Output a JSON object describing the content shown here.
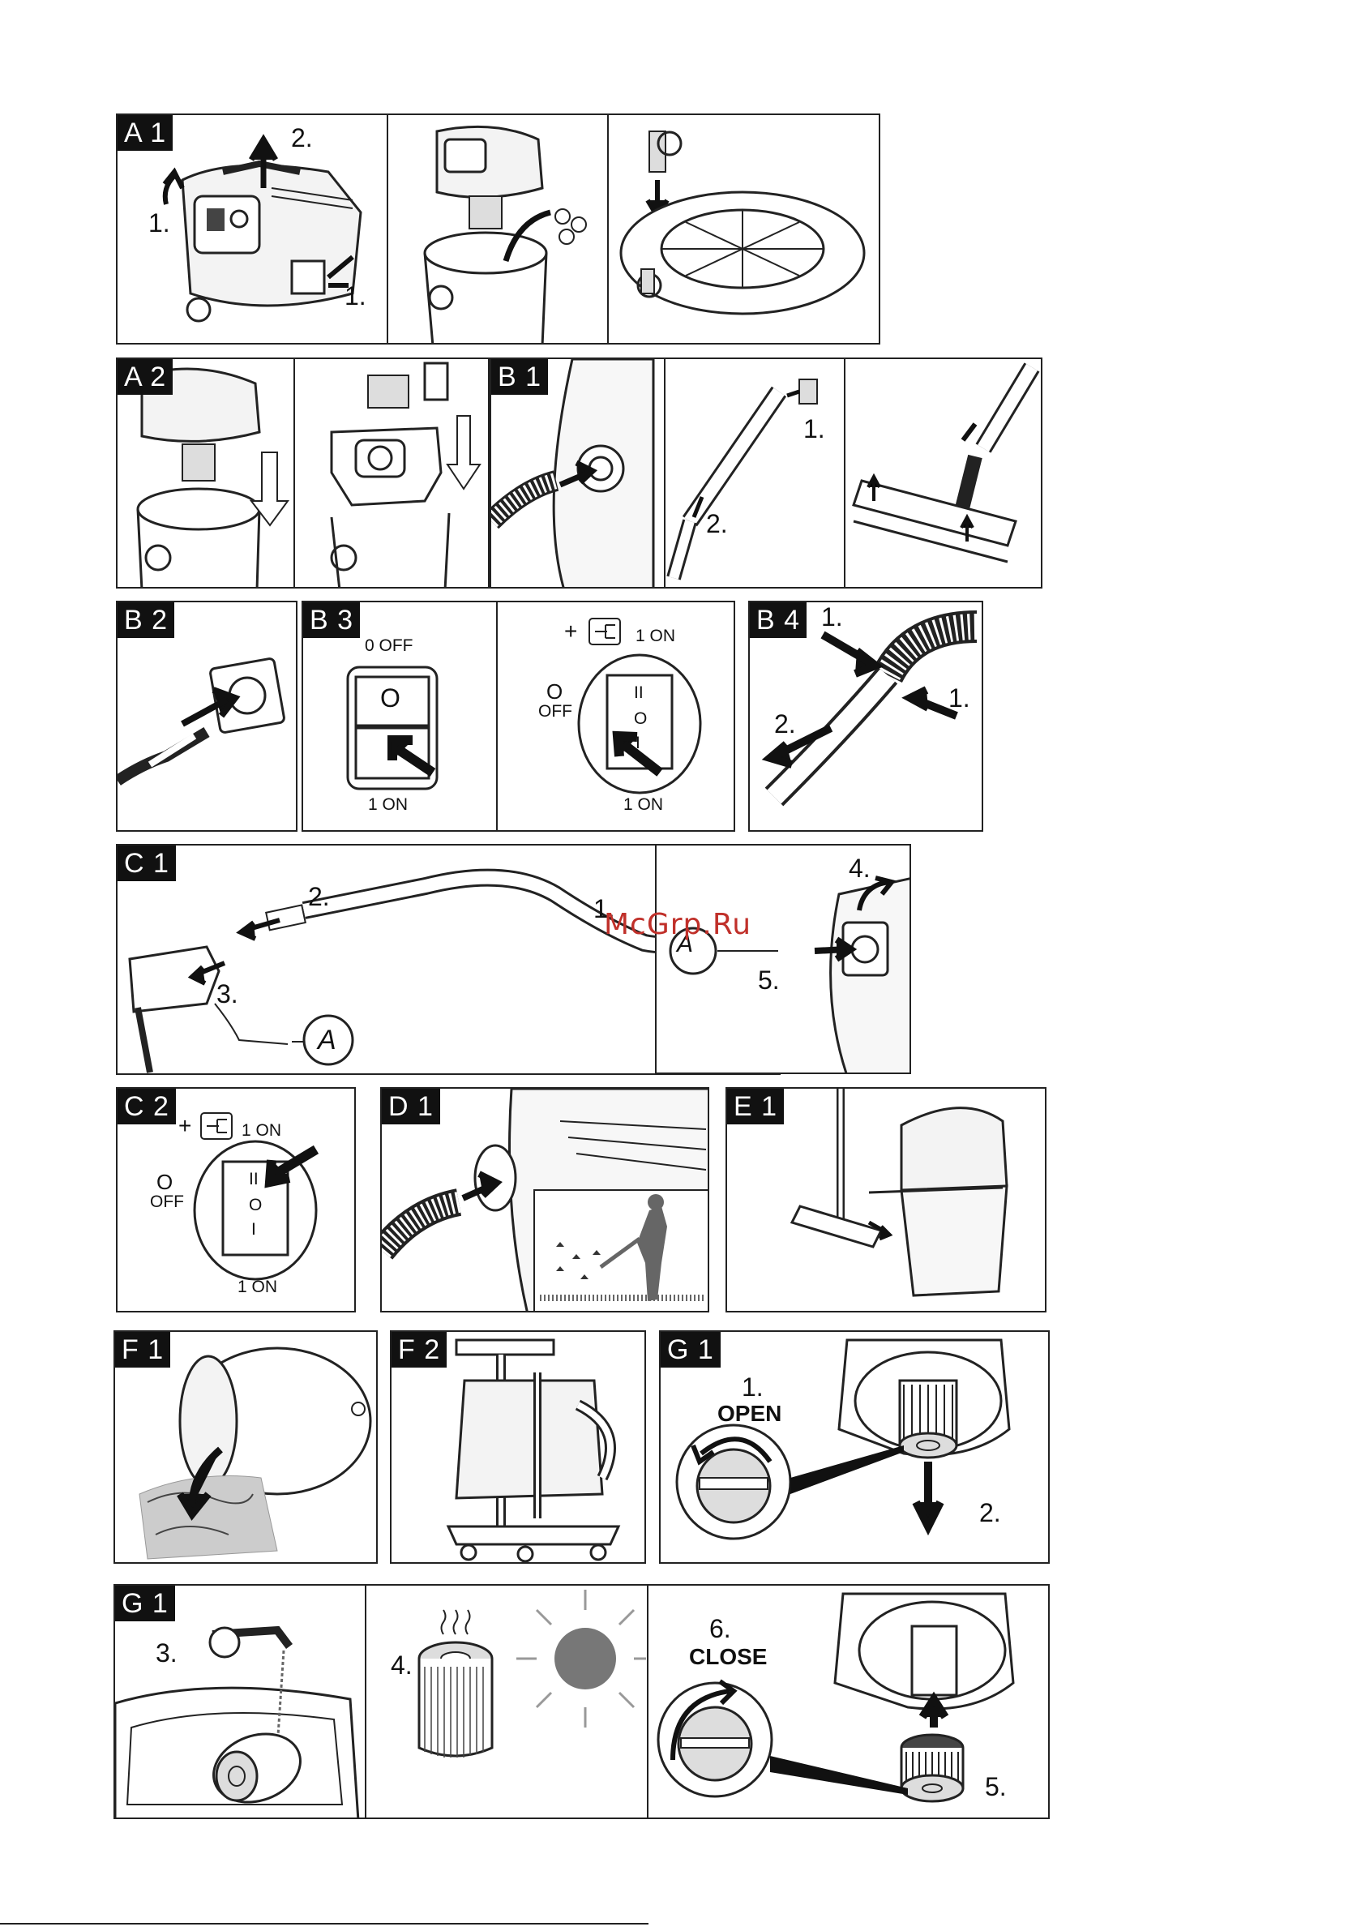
{
  "watermark": "McGrp.Ru",
  "panels": {
    "a1": {
      "tag": "A 1",
      "steps": [
        "1.",
        "2.",
        "1."
      ]
    },
    "a2": {
      "tag": "A 2"
    },
    "b1": {
      "tag": "B 1",
      "steps": [
        "1.",
        "2."
      ]
    },
    "b2": {
      "tag": "B 2"
    },
    "b3": {
      "tag": "B 3",
      "off_label": "0 OFF",
      "on_label": "1 ON",
      "plus": "+",
      "o_label": "O",
      "off_word": "OFF",
      "switch_o": "O",
      "switch_i": "I",
      "switch_ii": "II"
    },
    "b4": {
      "tag": "B 4",
      "steps": [
        "1.",
        "2.",
        "1."
      ]
    },
    "c1": {
      "tag": "C 1",
      "steps": [
        "2.",
        "1.",
        "3.",
        "4.",
        "5."
      ],
      "marker": "A"
    },
    "c2": {
      "tag": "C 2",
      "plus": "+",
      "on_label": "1 ON",
      "o_label": "O",
      "off_word": "OFF",
      "switch_ii": "II",
      "switch_o": "O",
      "switch_i": "I"
    },
    "d1": {
      "tag": "D 1"
    },
    "e1": {
      "tag": "E 1"
    },
    "f1": {
      "tag": "F 1"
    },
    "f2": {
      "tag": "F 2"
    },
    "g1a": {
      "tag": "G 1",
      "steps": [
        "1.",
        "2."
      ],
      "open": "OPEN"
    },
    "g1b": {
      "tag": "G 1",
      "steps": [
        "3.",
        "4.",
        "6.",
        "5."
      ],
      "close": "CLOSE"
    }
  },
  "colors": {
    "line": "#222222",
    "fill": "#111111",
    "watermark": "#c0302a"
  }
}
